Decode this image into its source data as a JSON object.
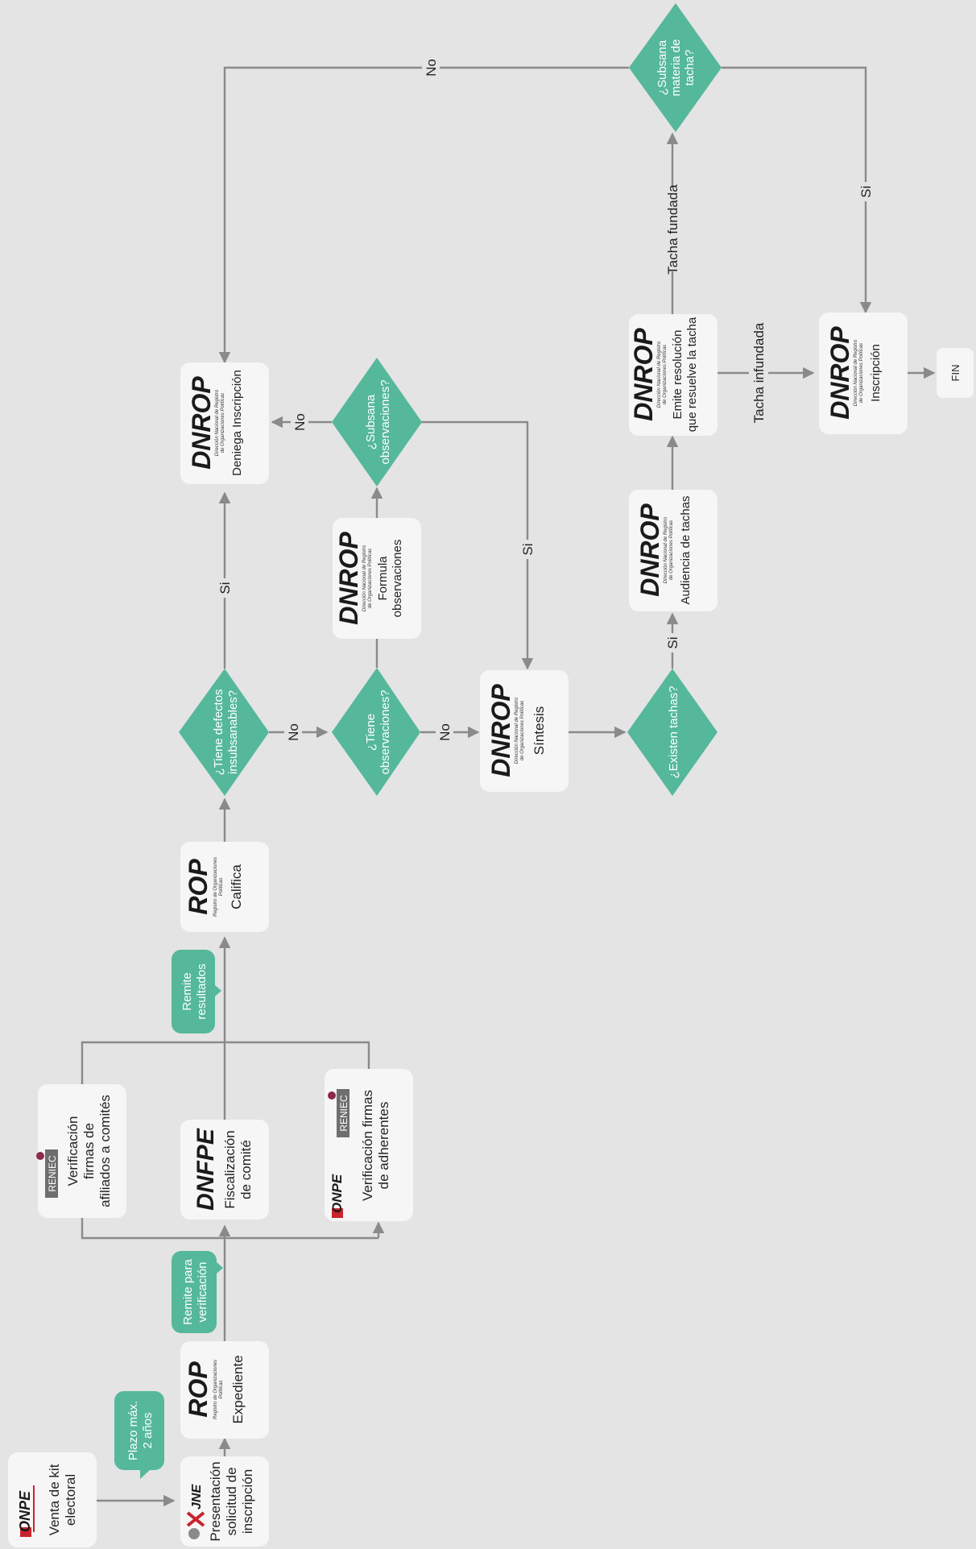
{
  "colors": {
    "background": "#e4e4e4",
    "box": "#f6f6f6",
    "decision": "#55b89a",
    "connector": "#8a8a8a"
  },
  "icons": {
    "onpe": "onpe-logo",
    "jne": "jne-logo",
    "reniec": "reniec-logo"
  },
  "boxes": {
    "venta_kit": {
      "logo": "ONPE",
      "label": [
        "Venta de kit",
        "electoral"
      ]
    },
    "presentacion": {
      "logo": "JNE",
      "label": [
        "Presentación",
        "solicitud de",
        "inscripción"
      ]
    },
    "rop_expediente": {
      "title": "ROP",
      "subtitle": [
        "Registro de Organizaciones",
        "Políticas"
      ],
      "label": [
        "Expediente"
      ]
    },
    "reniec_comites": {
      "logo": "RENIEC",
      "label": [
        "Verificación",
        "firmas de",
        "afiliados a comités"
      ]
    },
    "dnfpe": {
      "title": "DNFPE",
      "label": [
        "Fiscalización",
        "de comité"
      ]
    },
    "onpe_reniec_adherentes": {
      "logo_a": "ONPE",
      "logo_b": "RENIEC",
      "label": [
        "Verificación firmas",
        "de adherentes"
      ]
    },
    "rop_califica": {
      "title": "ROP",
      "subtitle": [
        "Registro de Organizaciones",
        "Políticas"
      ],
      "label": [
        "Califica"
      ]
    },
    "dnrop_deniega": {
      "title": "DNROP",
      "subtitle": [
        "Dirección Nacional de Registro",
        "de Organizaciones Políticas"
      ],
      "label": [
        "Deniega Inscripción"
      ]
    },
    "dnrop_formula": {
      "title": "DNROP",
      "subtitle": [
        "Dirección Nacional de Registro",
        "de Organizaciones Políticas"
      ],
      "label": [
        "Formula",
        "observaciones"
      ]
    },
    "dnrop_sintesis": {
      "title": "DNROP",
      "subtitle": [
        "Dirección Nacional de Registro",
        "de Organizaciones Políticas"
      ],
      "label": [
        "Síntesis"
      ]
    },
    "dnrop_audiencia": {
      "title": "DNROP",
      "subtitle": [
        "Dirección Nacional de Registro",
        "de Organizaciones Políticas"
      ],
      "label": [
        "Audiencia de tachas"
      ]
    },
    "dnrop_emite": {
      "title": "DNROP",
      "subtitle": [
        "Dirección Nacional de Registro",
        "de Organizaciones Políticas"
      ],
      "label": [
        "Emite resolución",
        "que resuelve la tacha"
      ]
    },
    "dnrop_inscripcion": {
      "title": "DNROP",
      "subtitle": [
        "Dirección Nacional de Registro",
        "de Organizaciones Políticas"
      ],
      "label": [
        "Inscripción"
      ]
    },
    "fin": {
      "label": [
        "FIN"
      ]
    }
  },
  "decisions": {
    "defectos": [
      "¿Tiene defectos",
      "insubsanables?"
    ],
    "observaciones": [
      "¿Tiene",
      "observaciones?"
    ],
    "subsana_obs": [
      "¿Subsana",
      "observaciones?"
    ],
    "tachas": [
      "¿Existen tachas?"
    ],
    "subsana_tacha": [
      "¿Subsana",
      "materia de",
      "tacha?"
    ]
  },
  "bubbles": {
    "plazo": [
      "Plazo máx.",
      "2 años"
    ],
    "remite_verif": [
      "Remite para",
      "verificación"
    ],
    "remite_result": [
      "Remite",
      "resultados"
    ]
  },
  "edge_labels": {
    "si_defectos": "Si",
    "no_defectos": "No",
    "no_observaciones": "No",
    "no_subsana_obs": "No",
    "si_subsana_obs": "Si",
    "si_tachas": "Si",
    "tacha_fundada": "Tacha fundada",
    "tacha_infundada": "Tacha infundada",
    "no_subsana_tacha": "No",
    "si_subsana_tacha": "Si"
  }
}
